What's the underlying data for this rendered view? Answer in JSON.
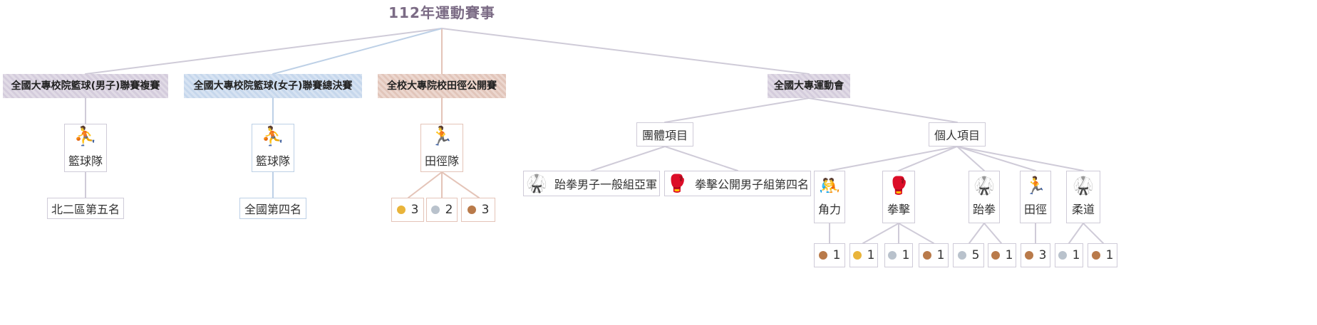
{
  "title": "112年運動賽事",
  "colors": {
    "purple": "#d4ccdc",
    "blue": "#c6d7ec",
    "peach": "#e1c5ba",
    "gold": "#e9b43a",
    "silver": "#b9c2cc",
    "bronze": "#b97a4a"
  },
  "events": [
    {
      "name": "全國大專校院籃球(男子)聯賽複賽",
      "team": "籃球隊",
      "team_icon": "basketball-player-icon",
      "result": "北二區第五名"
    },
    {
      "name": "全國大專校院籃球(女子)聯賽總決賽",
      "team": "籃球隊",
      "team_icon": "basketball-player-icon",
      "result": "全國第四名"
    },
    {
      "name": "全校大專院校田徑公開賽",
      "team": "田徑隊",
      "team_icon": "hurdler-icon",
      "medals": [
        {
          "type": "gold",
          "count": "3"
        },
        {
          "type": "silver",
          "count": "2"
        },
        {
          "type": "bronze",
          "count": "3"
        }
      ]
    },
    {
      "name": "全國大專運動會",
      "team_group": "團體項目",
      "team_items": [
        {
          "label": "跆拳男子一般組亞軍",
          "icon": "taekwondo-kick-icon"
        },
        {
          "label": "拳擊公開男子組第四名",
          "icon": "boxing-icon"
        }
      ],
      "individual_group": "個人項目",
      "individual": [
        {
          "label": "角力",
          "icon": "wrestling-icon",
          "medals": [
            {
              "type": "bronze",
              "count": "1"
            }
          ]
        },
        {
          "label": "拳擊",
          "icon": "boxing-icon",
          "medals": [
            {
              "type": "gold",
              "count": "1"
            },
            {
              "type": "silver",
              "count": "1"
            },
            {
              "type": "bronze",
              "count": "1"
            }
          ]
        },
        {
          "label": "跆拳",
          "icon": "taekwondo-kick-icon",
          "medals": [
            {
              "type": "silver",
              "count": "5"
            },
            {
              "type": "bronze",
              "count": "1"
            }
          ]
        },
        {
          "label": "田徑",
          "icon": "hurdler-icon",
          "medals": [
            {
              "type": "bronze",
              "count": "3"
            }
          ]
        },
        {
          "label": "柔道",
          "icon": "judo-icon",
          "medals": [
            {
              "type": "silver",
              "count": "1"
            },
            {
              "type": "bronze",
              "count": "1"
            }
          ]
        }
      ]
    }
  ]
}
